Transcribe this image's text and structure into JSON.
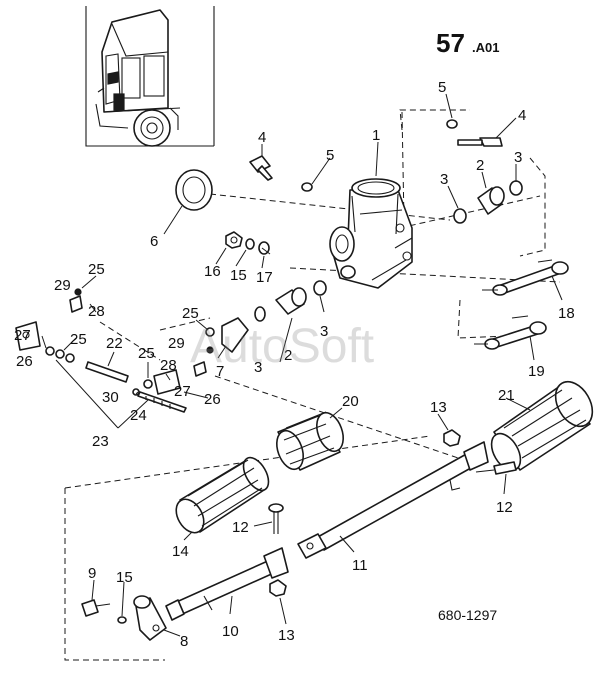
{
  "page": {
    "number": "57",
    "suffix": ".A01"
  },
  "drawing_number": "680-1297",
  "watermark": "AutoSoft",
  "callouts": {
    "c1": "1",
    "c2a": "2",
    "c2b": "2",
    "c3a": "3",
    "c3b": "3",
    "c3c": "3",
    "c3d": "3",
    "c4a": "4",
    "c4b": "4",
    "c5a": "5",
    "c5b": "5",
    "c6": "6",
    "c7": "7",
    "c8": "8",
    "c9": "9",
    "c10": "10",
    "c11": "11",
    "c12a": "12",
    "c12b": "12",
    "c13a": "13",
    "c13b": "13",
    "c14": "14",
    "c15a": "15",
    "c15b": "15",
    "c16": "16",
    "c17": "17",
    "c18": "18",
    "c19": "19",
    "c20": "20",
    "c21": "21",
    "c22": "22",
    "c23": "23",
    "c24": "24",
    "c25a": "25",
    "c25b": "25",
    "c25c": "25",
    "c25d": "25",
    "c26a": "26",
    "c26b": "26",
    "c27a": "27",
    "c27b": "27",
    "c28a": "28",
    "c28b": "28",
    "c29a": "29",
    "c29b": "29",
    "c30": "30"
  },
  "colors": {
    "ink": "#1a1a1a",
    "paper": "#ffffff",
    "watermark": "#828282"
  }
}
